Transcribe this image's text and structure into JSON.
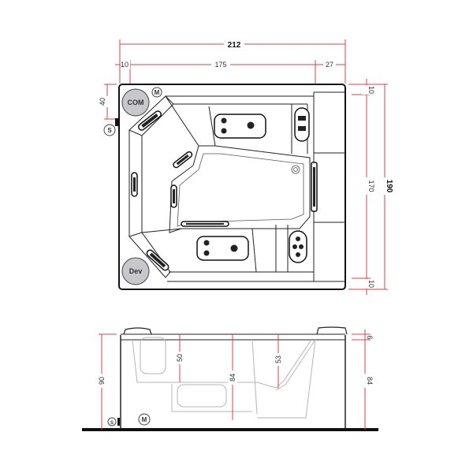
{
  "top_view": {
    "dimensions": {
      "overall_width": "212",
      "left_offset": "10",
      "inner_width": "175",
      "right_offset": "27",
      "top_offset_left": "40",
      "right_top": "10",
      "inner_depth": "170",
      "right_bottom": "10",
      "overall_depth": "190"
    },
    "labels": {
      "com": "COM",
      "dev": "Dev",
      "m_marker": "M",
      "s_marker": "S"
    }
  },
  "side_view": {
    "dimensions": {
      "overall_height": "90",
      "seat_depth_left": "50",
      "basin_depth": "84",
      "seat_depth_right": "53",
      "rim_thickness": "6",
      "inner_height": "84"
    },
    "labels": {
      "s_marker": "S",
      "m_marker": "M"
    }
  },
  "colors": {
    "dimension_line": "#e0404a",
    "outline": "#111111",
    "badge_fill": "#c8c8cc"
  }
}
